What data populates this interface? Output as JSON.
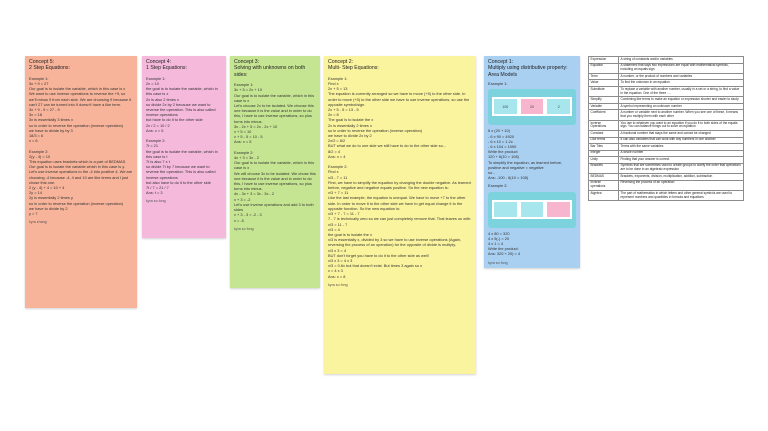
{
  "notes": [
    {
      "title": "Concept 5:\n2 Step Equations:",
      "body": "Example 1:\n3x + 9 = 27\nOur goal is to isolate the variable, which in this case is x\nWe want to use inverse operations to reverse the +9, so we'll minus 9 from each side. We are choosing 9 because it can't 27 can be turned into 9 doesn't have a like term.\n3x + 9 - 9 = 27 - 9\n3x = 18\n3x is essentially 3 times x\nso in order to reverse the operation (inverse operation)\nwe have to divide by by 3\n18/3 = 6\nx = 6\n\nExample 2:\n2(y - 4) = 10\nThis equation uses brackets which is a part of BEDMAS.\nOur goal is to isolate the variable which in this case is y. Let's use inverse operations to the -4 into positive 4. We are choosing -4 because -4, 4 and 10 are like terms and I just chose this one.\n2 (y - 4) + 4 = 10 + 4\n2y = 14\n2y is essentially 2 times y\nso in order to reverse the operation (inverse operation)\nwe have to divide by 2\ny = 7",
      "author": "kyra zhang"
    },
    {
      "title": "Concept 4:\n1 Step Equations:",
      "body": "Example 1:\n2x = 10\nthe goal is to isolate the variable, which in this case is x\n2x is also 2 times x\nso divide 2x by 2 because we want to reverse the operation. This is also called inverse operations\nbut have to do it to the other side\n2x / 2 = 10 / 2\nAns: x = 5\n\nExample 2:\n7t = 21\nthe goal is to isolate the variable, which in this case is t\n7t is also 7 x t\nso divide 7t by 7 because we want to reverse the operation. This is also called inverse operations\nbut also have to do it to the other side\n7t / 7 = 21 / 7\nAns: t = 3",
      "author": "kyra so fong"
    },
    {
      "title": "Concept 3:\nSolving with unknowns on both sides:",
      "body": "Example 1:\n3x + 5 = 2x + 10\nOur goal is to isolate the variable, which in this case is x\nLet's choose 2x to be isolated. We choose this one because it is the value and in order to do this, I have to use inverse operations, so plus turns into minus.\n3x - 2x + 5 = 2x - 2x + 10\nx + 5 = 10\nx + 5 - 5 = 10 - 5\nAns: x = 5\n\nExample 2:\n4x + 3 = 3x - 2\nOur goal is to isolate the variable, which in this case is x\nWe will choose 3x to be isolated. We chose this one because it is the value and in order to do this, I have to use inverse operations, so plus turns into minus.\n4x - 3x + 3 = 3x - 3x - 2\nx + 3 = -2\nLet's use inverse operations and add 3 to both sides\nx + 3 - 3 = -2 - 3\nx = -5",
      "author": "kyra so fong"
    },
    {
      "title": "Concept 2:\nMulti- Step Equations:",
      "body": "Example 1:\nFind x\n2x + 5 = 13\nThe equation is currently arranged so we have to move (+5) to the other side. In order to move (+5) to the other side we have to use inverse operations, so use the opposite symbol/sign.\n2x + 5 - 5 = 13 - 5\n2x = 8\nThe goal is to isolate the x\n2x is essentially 2 times x\nso in order to reverse the operation (inverse operation)\nwe have to divide 2x by 2\n2x/2 = 8/2\nBUT what we do to one side we still have to do to the other side so...\n8/2 = 4\nAns: x = 4\n\nExample 2:\nFind x\nx/3 - 7 = 11\nFirst, we have to simplify the equation by changing the double negative. As learned before, negative and negative equals positive. So the new equation is:\nx/3 + 7 = 11\nLike the last example, the equation is unequal. We have to move +7 to the other side. In order to move it to the other side we have to get equal change it to the opposite function. So the new equation is:\nx/3 + 7 - 7 = 11 - 7\n7 - 7 is technically zero so we can just completely remove that. That leaves us with:\nx/3 = 11 - 7\nx/3 = 4\nthe goal is to isolate the x\nx/3 is essentially x, divided by 3 so we have to use inverse operations (Again, reversing the process of an operation) for the opposite of divide is multiply.\nx/3 x 3 = 4\nBUT don't forget you have to do it to the other side as well!\nx/3 x 3 = 4 x 3\nx/3 = 0.6x but that doesn't exist. But times 3 again so x\nx = 4 x 3\nAns: x = 8",
      "author": "kyra so fong"
    },
    {
      "title": "Concept 1:\nMultiply using distributive property:\nArea Models",
      "body": "",
      "author": "kyra so fong"
    }
  ],
  "area_models": {
    "ex1_label": "Example 1:",
    "ex1_segments": [
      "100",
      "20",
      "2"
    ],
    "ex1_text": "6 x (20 + 10)\n- 6 x 90 = 4920\n- 6 x 10 = 1.2c\n- 6 x 104 = 1090\nWrite the product\n120 + 6(10 = 108)\nTo simplify the equation, as learned before, positive and negative = negative\nso...\nAns: -100 - 6(10 = 108)",
    "ex2_label": "Example 2:",
    "ex2_segments": [
      "",
      "",
      ""
    ],
    "ex2_text": "4 x 80 = 320\n4 x 5(-) = 20\n4 x 1 = 4\nWrite the product:\nAns: 320 + 20) = 4"
  },
  "glossary": [
    {
      "term": "Expression",
      "def": "A string of constants and/or variables"
    },
    {
      "term": "Equation",
      "def": "A statement that says two expressions are equal with mathematical symbols, including an equals sign"
    },
    {
      "term": "Term",
      "def": "A number, or the product of numbers and variables"
    },
    {
      "term": "Value",
      "def": "To find the unknown in an equation"
    },
    {
      "term": "Substitute",
      "def": "To replace a variable with another number, usually in a set or a string, to find a value in the equation. One of the three ...."
    },
    {
      "term": "Simplify",
      "def": "Combining like terms to make an equation or expression shorter and easier to study"
    },
    {
      "term": "Variable",
      "def": "A symbol representing an unknown number"
    },
    {
      "term": "Coefficient",
      "def": "A number or variable next to another number. When you see one of these, it means that you multiply them with each other"
    },
    {
      "term": "Inverse Operations",
      "def": "You use to whatever you want to an equation if you do it to both sides of the equals sign. You can balance things out to solve an equation"
    },
    {
      "term": "Constant",
      "def": "A fractional number that stays the same and cannot be changed"
    },
    {
      "term": "Like terms",
      "def": "It can also variables that can work with any numbers in one another"
    },
    {
      "term": "Bar Tiles",
      "def": "Terms with the same variables"
    },
    {
      "term": "Integer",
      "def": "A whole number"
    },
    {
      "term": "Unity",
      "def": "Finding that your answer is correct"
    },
    {
      "term": "Brackets",
      "def": "Symbols that are sometimes used to create groups to clarify the order that operations are to be done in an algebraic expression"
    },
    {
      "term": "BEDMAS",
      "def": "Brackets, exponents, division, multiplication, addition, subtraction"
    },
    {
      "term": "Inverse operations",
      "def": "Reversing the process of an operation"
    },
    {
      "term": "Algebra",
      "def": "The part of mathematics in which letters and other general symbols are used to represent numbers and quantities in formula and equations"
    }
  ]
}
